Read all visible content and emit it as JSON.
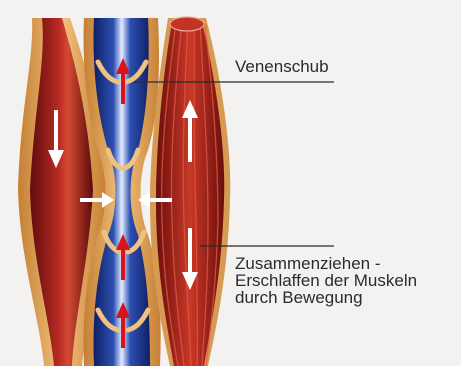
{
  "labels": {
    "venous_thrust": "Venenschub",
    "muscle_action": [
      "Zusammenziehen -",
      "Erschlaffen der Muskeln",
      "durch Bewegung"
    ]
  },
  "colors": {
    "background": "#f4f2f1",
    "vessel_wall": "#e4a65a",
    "artery_red": "#a61e1f",
    "vein_blue": "#1f3f9c",
    "vein_highlight": "#dfe8ff",
    "muscle_red": "#b5271f",
    "arrow_white": "#ffffff",
    "arrow_red": "#d8131b",
    "leader_line": "#2b2b2b"
  },
  "icons": {
    "flow_down": "arrow-down-icon",
    "flow_up": "arrow-up-icon",
    "compression": "arrow-inward-icon"
  }
}
